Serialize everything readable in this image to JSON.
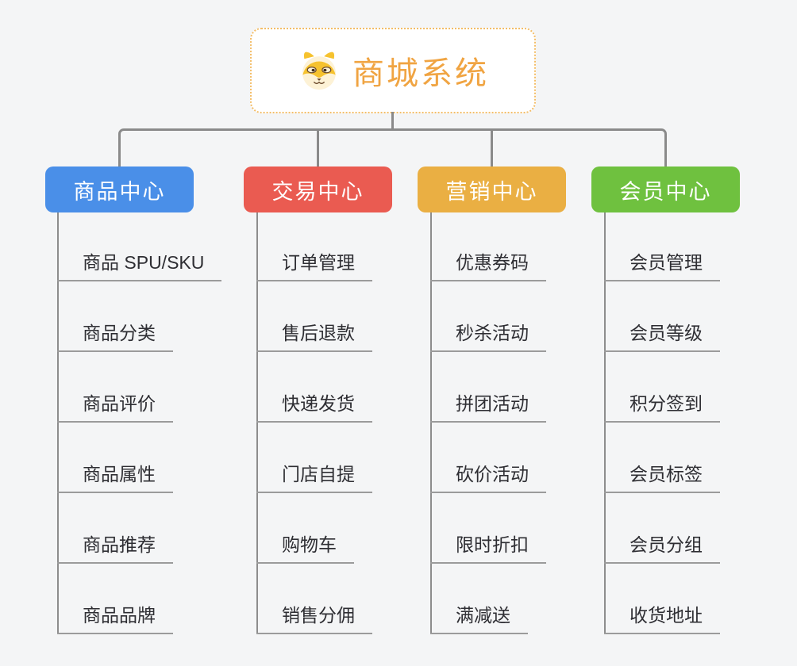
{
  "page": {
    "background": "#f4f5f6"
  },
  "root": {
    "title": "商城系统",
    "icon": "shiba-dog-icon",
    "title_color": "#f0a442",
    "border_color": "#f3bd67"
  },
  "connector_color": "#8a8a8a",
  "branches": [
    {
      "label": "商品中心",
      "color": "#4a8fe8",
      "children": [
        "商品 SPU/SKU",
        "商品分类",
        "商品评价",
        "商品属性",
        "商品推荐",
        "商品品牌"
      ]
    },
    {
      "label": "交易中心",
      "color": "#ea5b51",
      "children": [
        "订单管理",
        "售后退款",
        "快递发货",
        "门店自提",
        "购物车",
        "销售分佣"
      ]
    },
    {
      "label": "营销中心",
      "color": "#eaaf43",
      "children": [
        "优惠券码",
        "秒杀活动",
        "拼团活动",
        "砍价活动",
        "限时折扣",
        "满减送"
      ]
    },
    {
      "label": "会员中心",
      "color": "#6fc13f",
      "children": [
        "会员管理",
        "会员等级",
        "积分签到",
        "会员标签",
        "会员分组",
        "收货地址"
      ]
    }
  ]
}
